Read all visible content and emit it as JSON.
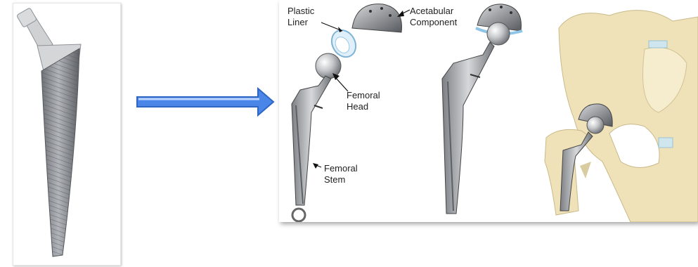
{
  "labels": {
    "plastic_liner": "Plastic\nLiner",
    "acetabular_component": "Acetabular\nComponent",
    "femoral_head": "Femoral\nHead",
    "femoral_stem": "Femoral\nStem"
  },
  "colors": {
    "arrow_fill": "#4a86e8",
    "arrow_edge": "#2f66c4",
    "metal": "#a9acb1",
    "bone": "#efe2b8"
  },
  "icons": {
    "arrow": "right-arrow-icon"
  }
}
